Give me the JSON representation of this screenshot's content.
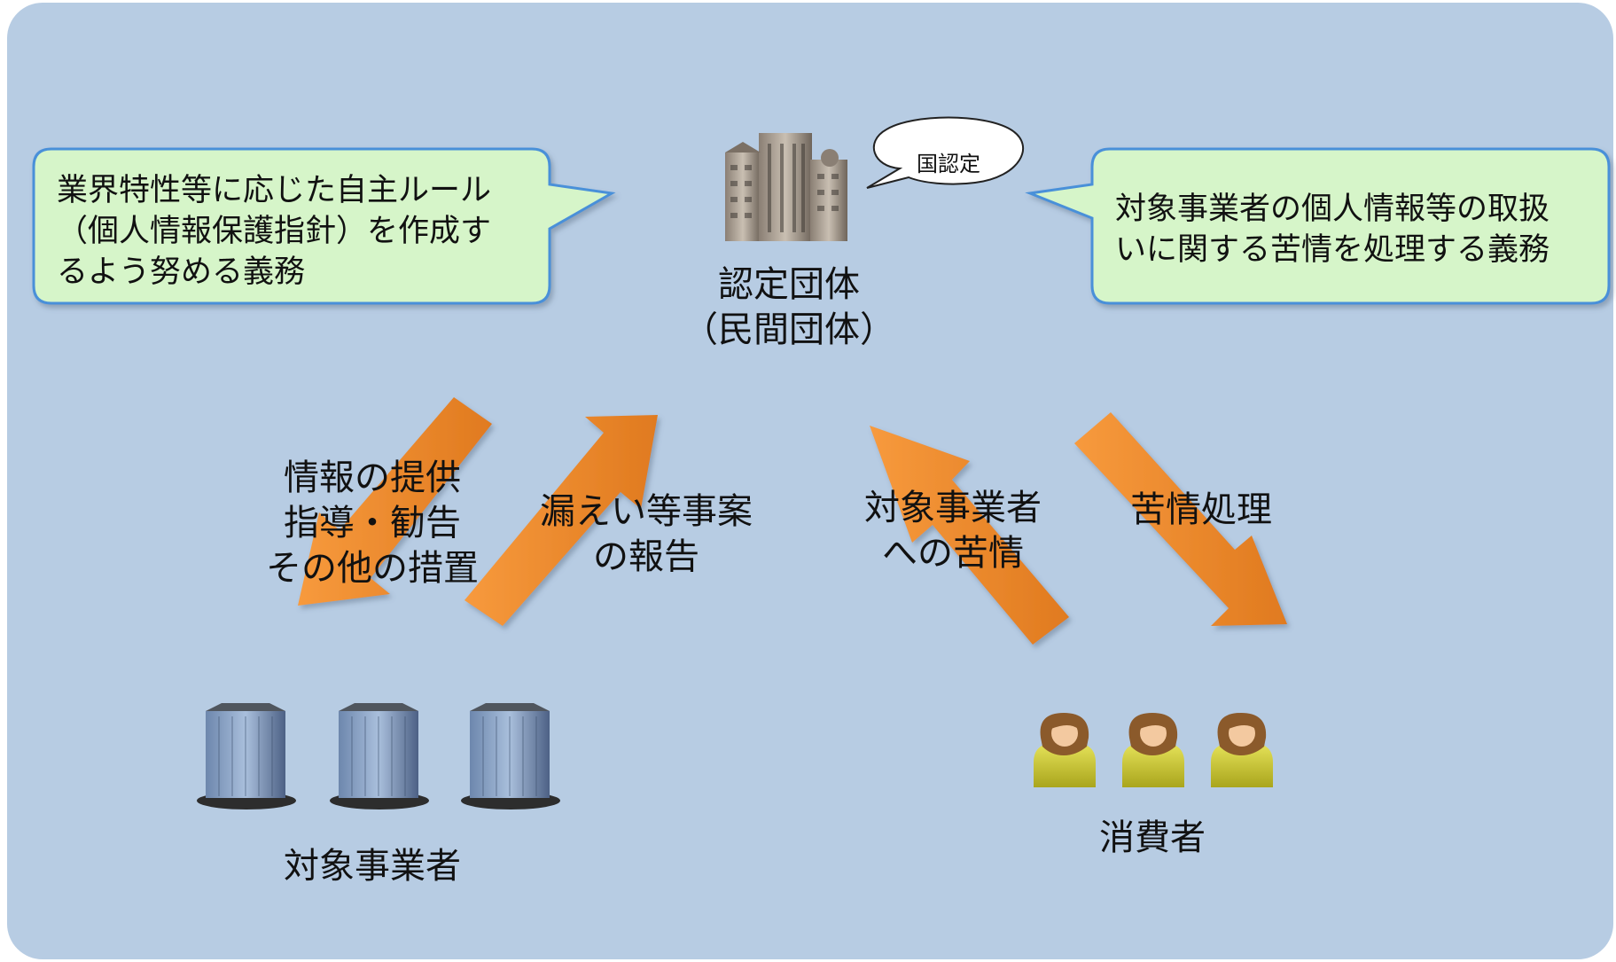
{
  "callout_left": {
    "lines": [
      "業界特性等に応じた自主ルール",
      "（個人情報保護指針）を作成す",
      "るよう努める義務"
    ]
  },
  "callout_right": {
    "lines": [
      "対象事業者の個人情報等の取扱",
      "いに関する苦情を処理する義務"
    ]
  },
  "certification_bubble": "国認定",
  "accredited_body": {
    "line1": "認定団体",
    "line2": "（民間団体）"
  },
  "arrows": {
    "to_businesses": [
      "情報の提供",
      "指導・勧告",
      "その他の措置"
    ],
    "from_businesses": [
      "漏えい等事案",
      "の報告"
    ],
    "from_consumers": [
      "対象事業者",
      "への苦情"
    ],
    "to_consumers": [
      "苦情処理"
    ]
  },
  "businesses_label": "対象事業者",
  "consumers_label": "消費者",
  "colors": {
    "background": "#b7cce3",
    "callout_fill": "#d6f5c9",
    "callout_border": "#4a90d9",
    "arrow": "#f39033"
  }
}
